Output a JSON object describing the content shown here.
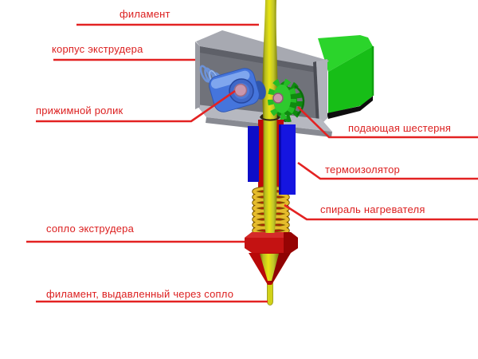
{
  "diagram": {
    "title_context": "extruder-diagram",
    "background": "#ffffff",
    "accent_color": "#e32222",
    "labels": {
      "filament": "филамент",
      "body": "корпус экструдера",
      "roller": "прижимной ролик",
      "gear": "подающая шестерня",
      "insulator": "термоизолятор",
      "coil": "спираль нагревателя",
      "nozzle": "сопло экструдера",
      "extruded": "филамент, выдавленный через сопло"
    },
    "colors": {
      "label_text": "#dc2020",
      "callout_line": "#e32222",
      "motor_green": "#17be17",
      "body_gray": "#a7a9b1",
      "roller_blue": "#4575dc",
      "axle_pink": "#ca97ac",
      "gear_green": "#2eca2e",
      "filament_yellow": "#e8e414",
      "insulator_blue": "#1515e0",
      "heater_red": "#c00a0a",
      "coil_gold": "#e6bc2c"
    }
  }
}
